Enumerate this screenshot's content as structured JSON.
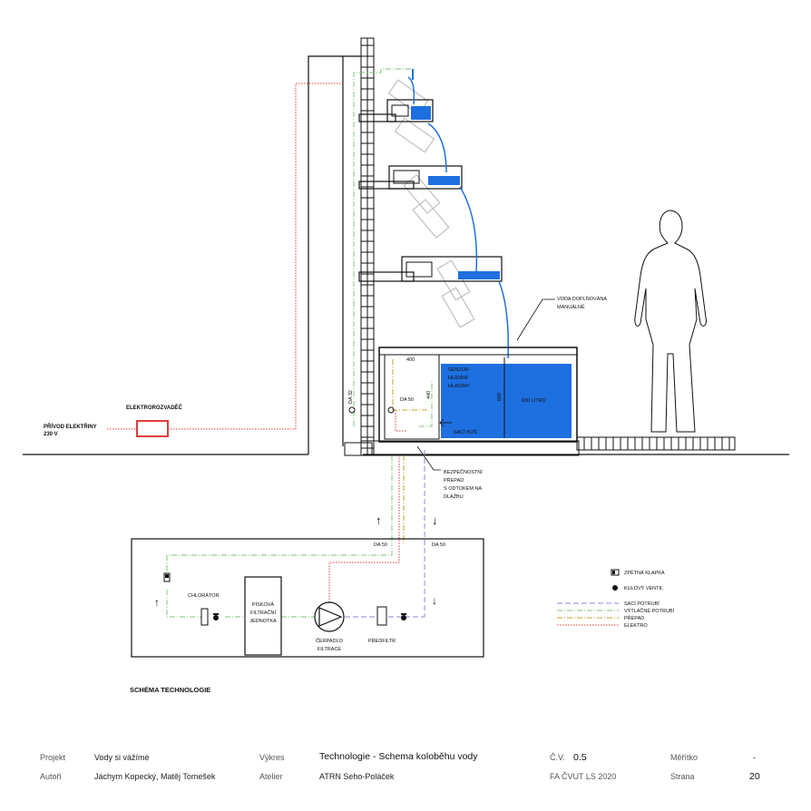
{
  "diagram": {
    "labels": {
      "elektrorozvadec": "ELEKTROROZVADĚČ",
      "privod_line1": "PŘÍVOD ELEKTŘINY",
      "privod_line2": "230 V",
      "voda_line1": "VODA DOPLŇOVÁNA",
      "voda_line2": "MANUÁLNĚ",
      "dim_400": "400",
      "dim_600": "600",
      "dim_440": "440",
      "da32": "DA 32",
      "da50_tank": "DA 50",
      "senzor_1": "SENZOR",
      "senzor_2": "HLÍDÁNÍ",
      "senzor_3": "HLADINY",
      "liters": "630 LITRŮ",
      "saci_kos": "SACÍ KOŠ",
      "bezp_1": "BEZPEČNOSTNÍ",
      "bezp_2": "PŘEPAD",
      "bezp_3": "S ODTOKEM NA",
      "bezp_4": "DLAŽBU",
      "arrow_up": "↑",
      "arrow_down": "↓",
      "da50_left": "DA 50",
      "da50_right": "DA 50",
      "chlorator": "CHLORÁTOR",
      "filter_1": "PÍSKOVÁ",
      "filter_2": "FILTRAČNÍ",
      "filter_3": "JEDNOTKA",
      "pump_1": "ČERPADLO",
      "pump_2": "FILTRACE",
      "predfiltr": "PŘEDFILTR",
      "schema_title": "SCHÉMA TECHNOLOGIE"
    },
    "legend": [
      {
        "label": "ZPĚTNÁ KLAPKA",
        "kind": "check-valve"
      },
      {
        "label": "KULOVÝ VENTIL",
        "kind": "ball-valve"
      },
      {
        "label": "SACÍ POTRUBÍ",
        "kind": "line",
        "color": "#8a8adf",
        "dash": "6 3"
      },
      {
        "label": "VÝTLAČNÉ POTRUBÍ",
        "kind": "line",
        "color": "#7bc57b",
        "dash": "6 2 1 2"
      },
      {
        "label": "PŘEPAD",
        "kind": "line",
        "color": "#c9a227",
        "dash": "6 2 1 2"
      },
      {
        "label": "ELEKTRO",
        "kind": "line",
        "color": "#e33b3b",
        "dash": "1.5 1.5"
      }
    ],
    "colors": {
      "water": "#1e6fe0",
      "electro": "#e33b3b",
      "suction": "#8a8adf",
      "discharge": "#7bc57b",
      "overflow": "#c9a227",
      "ink": "#111111"
    }
  },
  "footer": {
    "projekt_label": "Projekt",
    "projekt_value": "Vody si vážíme",
    "autori_label": "Autoři",
    "autori_value": "Jáchym Kopecký, Matěj Tomešek",
    "vykres_label": "Výkres",
    "vykres_value": "Technologie - Schema koloběhu vody",
    "atelier_label": "Atelier",
    "atelier_value": "ATRN Seho-Poláček",
    "cv_label": "Č.V.",
    "cv_value": "0.5",
    "school": "FA ČVUT LS 2020",
    "meritko_label": "Měřítko",
    "meritko_value": "-",
    "strana_label": "Strana",
    "strana_value": "20"
  }
}
